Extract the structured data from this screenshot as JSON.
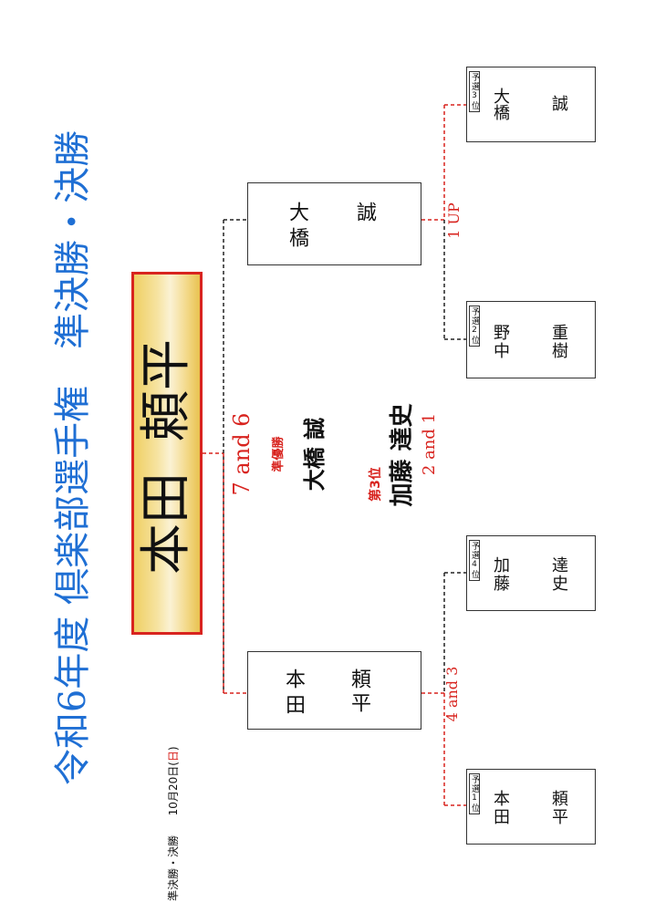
{
  "title": "令和6年度 倶楽部選手権　準決勝・決勝",
  "subtitle": {
    "round": "準決勝・決勝",
    "date_main": "10月20日(",
    "date_day": "日",
    "date_close": ")"
  },
  "champion": {
    "family": "本田",
    "given": "頼平"
  },
  "final": {
    "score": "7 and 6"
  },
  "runner_up": {
    "label": "準優勝",
    "name": "大橋 誠"
  },
  "third_place": {
    "label": "第3位",
    "name": "加藤 達史",
    "score": "2 and 1"
  },
  "semifinals": [
    {
      "family": "本田",
      "given": "頼平",
      "score": "4 and 3"
    },
    {
      "family": "大橋",
      "given": "誠",
      "score": "1 UP"
    }
  ],
  "qualifiers": [
    {
      "badge": "予選1位",
      "family": "本田",
      "given": "頼平"
    },
    {
      "badge": "予選4位",
      "family": "加藤",
      "given": "達史"
    },
    {
      "badge": "予選2位",
      "family": "野中",
      "given": "重樹"
    },
    {
      "badge": "予選3位",
      "family": "大橋",
      "given": "誠"
    }
  ],
  "colors": {
    "title_blue": "#1f6fd4",
    "accent_red": "#d8241f",
    "bracket_black": "#222222",
    "gold": "#efcf63"
  }
}
